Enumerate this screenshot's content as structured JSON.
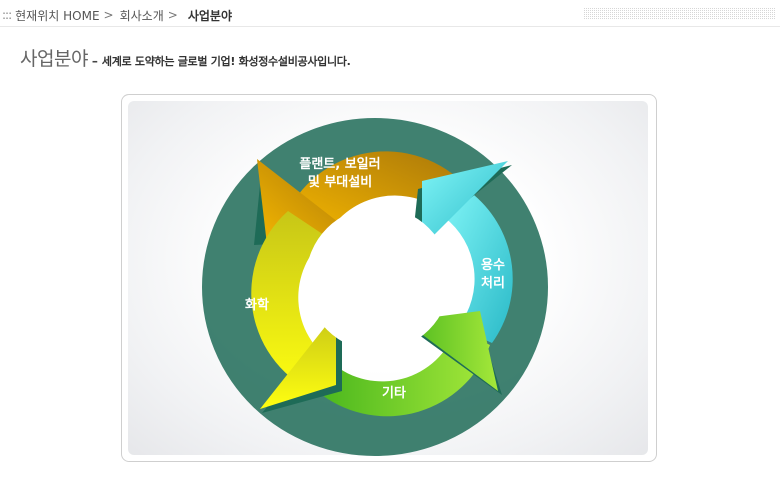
{
  "breadcrumb": {
    "prefix": ":::",
    "items": [
      "현재위치 HOME",
      "회사소개"
    ],
    "separator": ">",
    "current": "사업분야"
  },
  "page": {
    "title": "사업분야",
    "dash": "–",
    "subtitle": "세계로 도약하는 글로벌 기업! 화성정수설비공사입니다."
  },
  "cycle": {
    "segments": [
      {
        "line1": "플랜트, 보일러",
        "line2": "및 부대설비",
        "color": "#e8a80a"
      },
      {
        "line1": "용수",
        "line2": "처리",
        "color": "#3ccfd8"
      },
      {
        "line1": "기타",
        "line2": "",
        "color": "#6fcf2a"
      },
      {
        "line1": "화학",
        "line2": "",
        "color": "#d8d81a"
      }
    ]
  }
}
